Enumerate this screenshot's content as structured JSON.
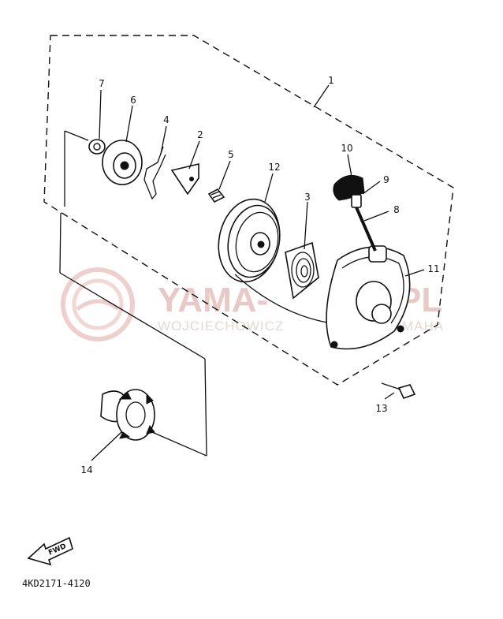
{
  "watermark": {
    "brand": "YAMA-",
    "brand_right": "PL",
    "subtitle_left": "WOJCIECHOWICZ",
    "subtitle_right": "MAHA"
  },
  "callouts": [
    {
      "id": "c1",
      "text": "1"
    },
    {
      "id": "c2",
      "text": "2"
    },
    {
      "id": "c3",
      "text": "3"
    },
    {
      "id": "c4",
      "text": "4"
    },
    {
      "id": "c5",
      "text": "5"
    },
    {
      "id": "c6",
      "text": "6"
    },
    {
      "id": "c7",
      "text": "7"
    },
    {
      "id": "c8",
      "text": "8"
    },
    {
      "id": "c9",
      "text": "9"
    },
    {
      "id": "c10",
      "text": "10"
    },
    {
      "id": "c11",
      "text": "11"
    },
    {
      "id": "c12",
      "text": "12"
    },
    {
      "id": "c13",
      "text": "13"
    },
    {
      "id": "c14",
      "text": "14"
    }
  ],
  "fwd_label": "FWD",
  "diagram_code": "4KD2171-4120"
}
